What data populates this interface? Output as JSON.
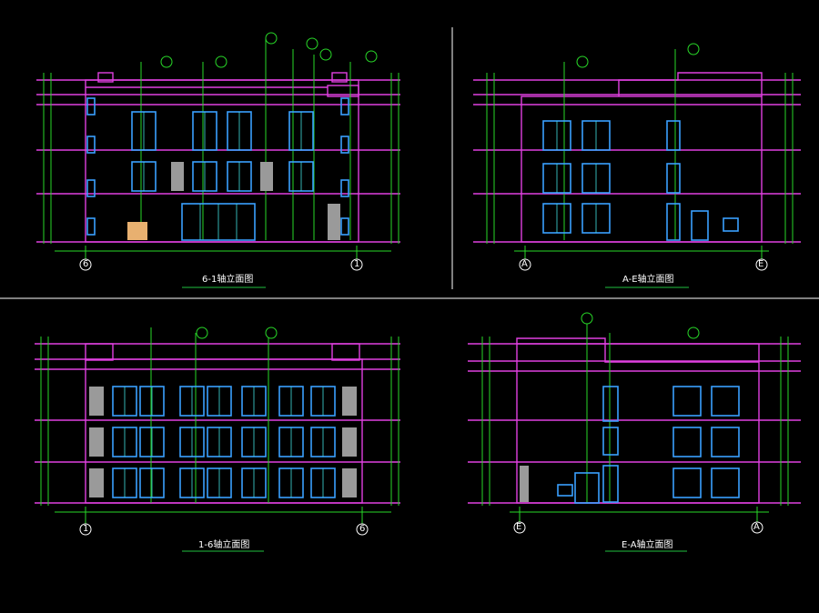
{
  "colors": {
    "background": "#000000",
    "wall": "#e040e0",
    "guide": "#28d828",
    "window_frame": "#3aa0ff",
    "window_inner": "#40e0e0",
    "grey_panel": "#9a9a9a",
    "door_fill": "#e8b070",
    "text": "#ffffff",
    "divider": "#ffffff",
    "underline": "#20c040"
  },
  "panels": [
    {
      "id": "p1",
      "title": "6-1轴立面图",
      "axis_left": "6",
      "axis_right": "1"
    },
    {
      "id": "p2",
      "title": "A-E轴立面图",
      "axis_left": "A",
      "axis_right": "E"
    },
    {
      "id": "p3",
      "title": "1-6轴立面图",
      "axis_left": "1",
      "axis_right": "6"
    },
    {
      "id": "p4",
      "title": "E-A轴立面图",
      "axis_left": "E",
      "axis_right": "A"
    }
  ]
}
